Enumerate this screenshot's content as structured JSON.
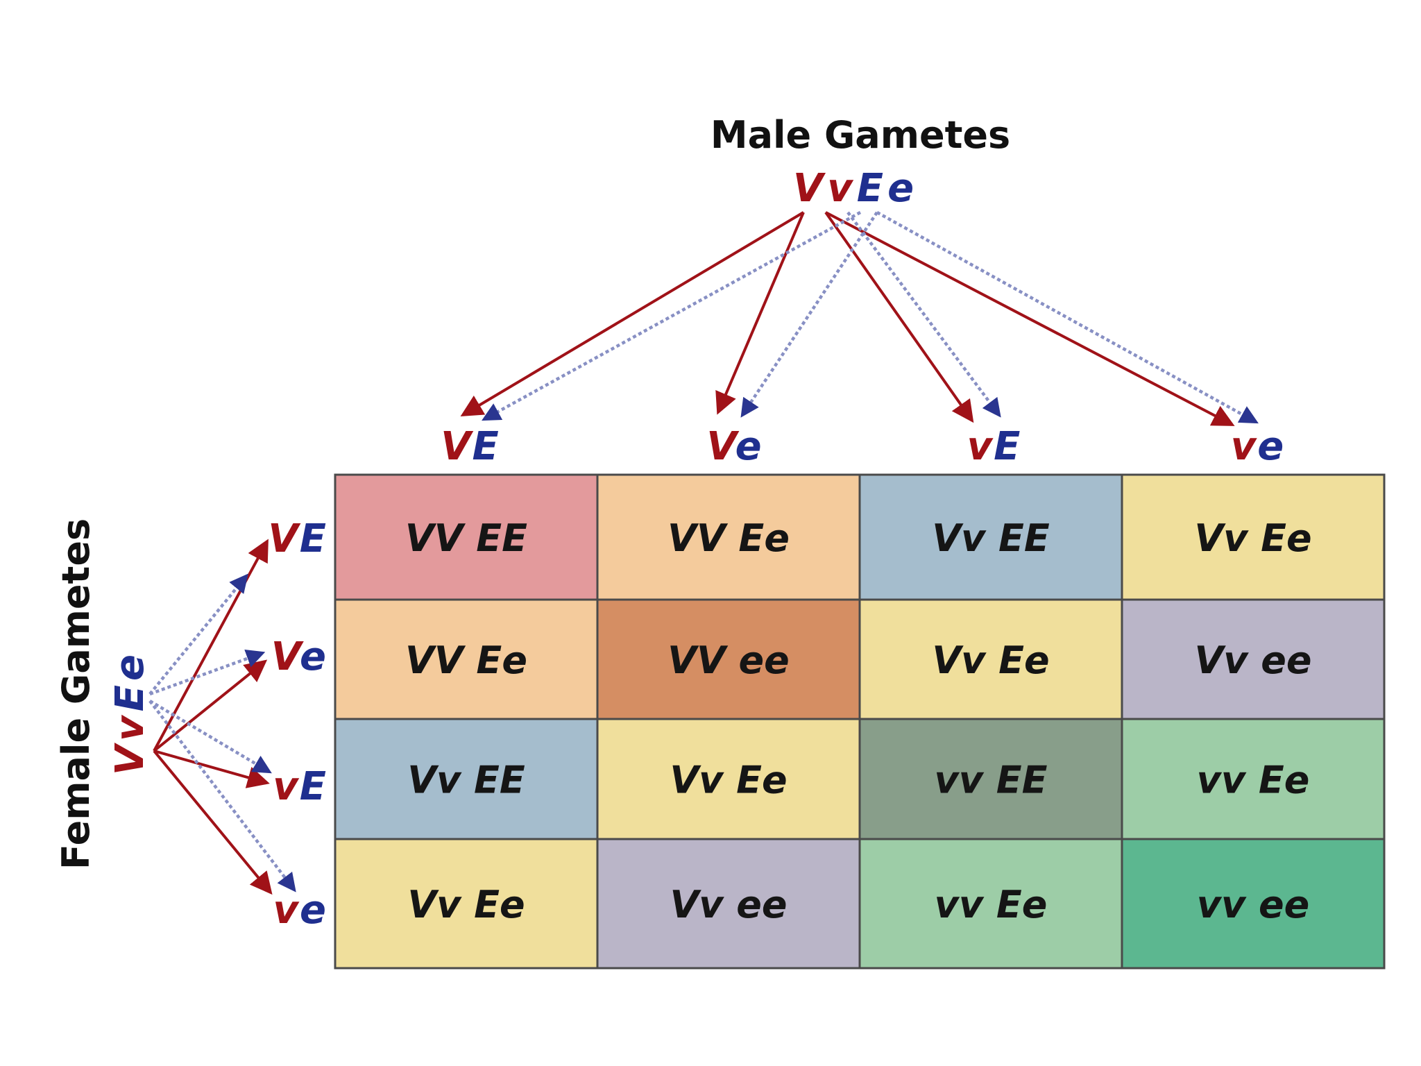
{
  "male": {
    "title": "Male Gametes",
    "genotype": [
      {
        "text": "V",
        "color": "red"
      },
      {
        "text": "v",
        "color": "red"
      },
      {
        "text": "E",
        "color": "blue"
      },
      {
        "text": "e",
        "color": "blue"
      }
    ],
    "gametes": [
      [
        {
          "text": "V",
          "color": "red"
        },
        {
          "text": "E",
          "color": "blue"
        }
      ],
      [
        {
          "text": "V",
          "color": "red"
        },
        {
          "text": "e",
          "color": "blue"
        }
      ],
      [
        {
          "text": "v",
          "color": "red"
        },
        {
          "text": "E",
          "color": "blue"
        }
      ],
      [
        {
          "text": "v",
          "color": "red"
        },
        {
          "text": "e",
          "color": "blue"
        }
      ]
    ]
  },
  "female": {
    "title": "Female Gametes",
    "genotype": [
      {
        "text": "V",
        "color": "red"
      },
      {
        "text": "v",
        "color": "red"
      },
      {
        "text": "E",
        "color": "blue"
      },
      {
        "text": "e",
        "color": "blue"
      }
    ],
    "gametes": [
      [
        {
          "text": "V",
          "color": "red"
        },
        {
          "text": "E",
          "color": "blue"
        }
      ],
      [
        {
          "text": "V",
          "color": "red"
        },
        {
          "text": "e",
          "color": "blue"
        }
      ],
      [
        {
          "text": "v",
          "color": "red"
        },
        {
          "text": "E",
          "color": "blue"
        }
      ],
      [
        {
          "text": "v",
          "color": "red"
        },
        {
          "text": "e",
          "color": "blue"
        }
      ]
    ]
  },
  "grid": {
    "cells": [
      [
        {
          "text": "VV EE",
          "color": "#e39a9c"
        },
        {
          "text": "VV Ee",
          "color": "#f4cb9c"
        },
        {
          "text": "Vv EE",
          "color": "#a5bdcd"
        },
        {
          "text": "Vv Ee",
          "color": "#f0df9c"
        }
      ],
      [
        {
          "text": "VV Ee",
          "color": "#f4cb9c"
        },
        {
          "text": "VV ee",
          "color": "#d58e63"
        },
        {
          "text": "Vv Ee",
          "color": "#f0df9c"
        },
        {
          "text": "Vv ee",
          "color": "#bab5c8"
        }
      ],
      [
        {
          "text": "Vv EE",
          "color": "#a5bdcd"
        },
        {
          "text": "Vv Ee",
          "color": "#f0df9c"
        },
        {
          "text": "vv EE",
          "color": "#889e8a"
        },
        {
          "text": "vv Ee",
          "color": "#9dcda7"
        }
      ],
      [
        {
          "text": "Vv Ee",
          "color": "#f0df9c"
        },
        {
          "text": "Vv ee",
          "color": "#bab5c8"
        },
        {
          "text": "vv Ee",
          "color": "#9dcda7"
        },
        {
          "text": "vv ee",
          "color": "#5cb790"
        }
      ]
    ]
  },
  "colors": {
    "red": "#a01218",
    "blue": "#1f2f8f",
    "arrow_red": "#a01218",
    "arrow_blue": "#8890c4",
    "border": "#4a4a4a"
  }
}
